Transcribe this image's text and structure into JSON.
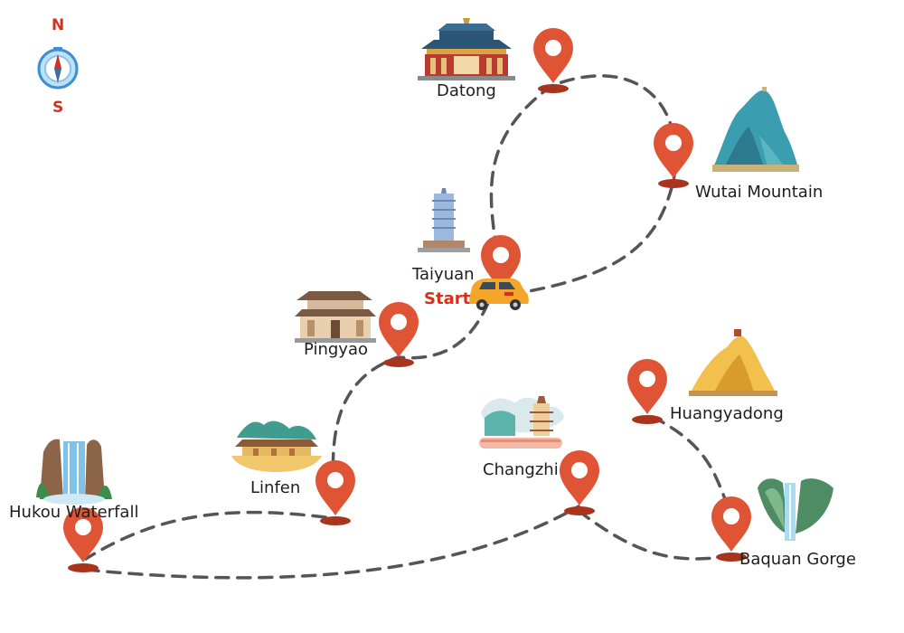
{
  "compass": {
    "north": "N",
    "south": "S"
  },
  "start_label": "Start",
  "colors": {
    "pin": "#e05436",
    "pin_shadow": "#a8341e",
    "route": "#555555",
    "accent_red": "#d6301d",
    "taxi": "#f2a72a"
  },
  "locations": {
    "datong": "Datong",
    "wutai": "Wutai Mountain",
    "taiyuan": "Taiyuan",
    "pingyao": "Pingyao",
    "linfen": "Linfen",
    "hukou": "Hukou Waterfall",
    "changzhi": "Changzhi",
    "huangyadong": "Huangyadong",
    "baquan": "Baquan Gorge"
  },
  "icons": {
    "datong": "palace-icon",
    "wutai": "mountain-peak-icon",
    "taiyuan": "pagoda-icon",
    "pingyao": "ancient-tower-icon",
    "linfen": "gate-tower-icon",
    "hukou": "waterfall-icon",
    "changzhi": "pagoda-scroll-icon",
    "huangyadong": "golden-mountain-icon",
    "baquan": "gorge-icon",
    "vehicle": "taxi-icon",
    "compass": "compass-icon",
    "marker": "location-pin-icon"
  }
}
